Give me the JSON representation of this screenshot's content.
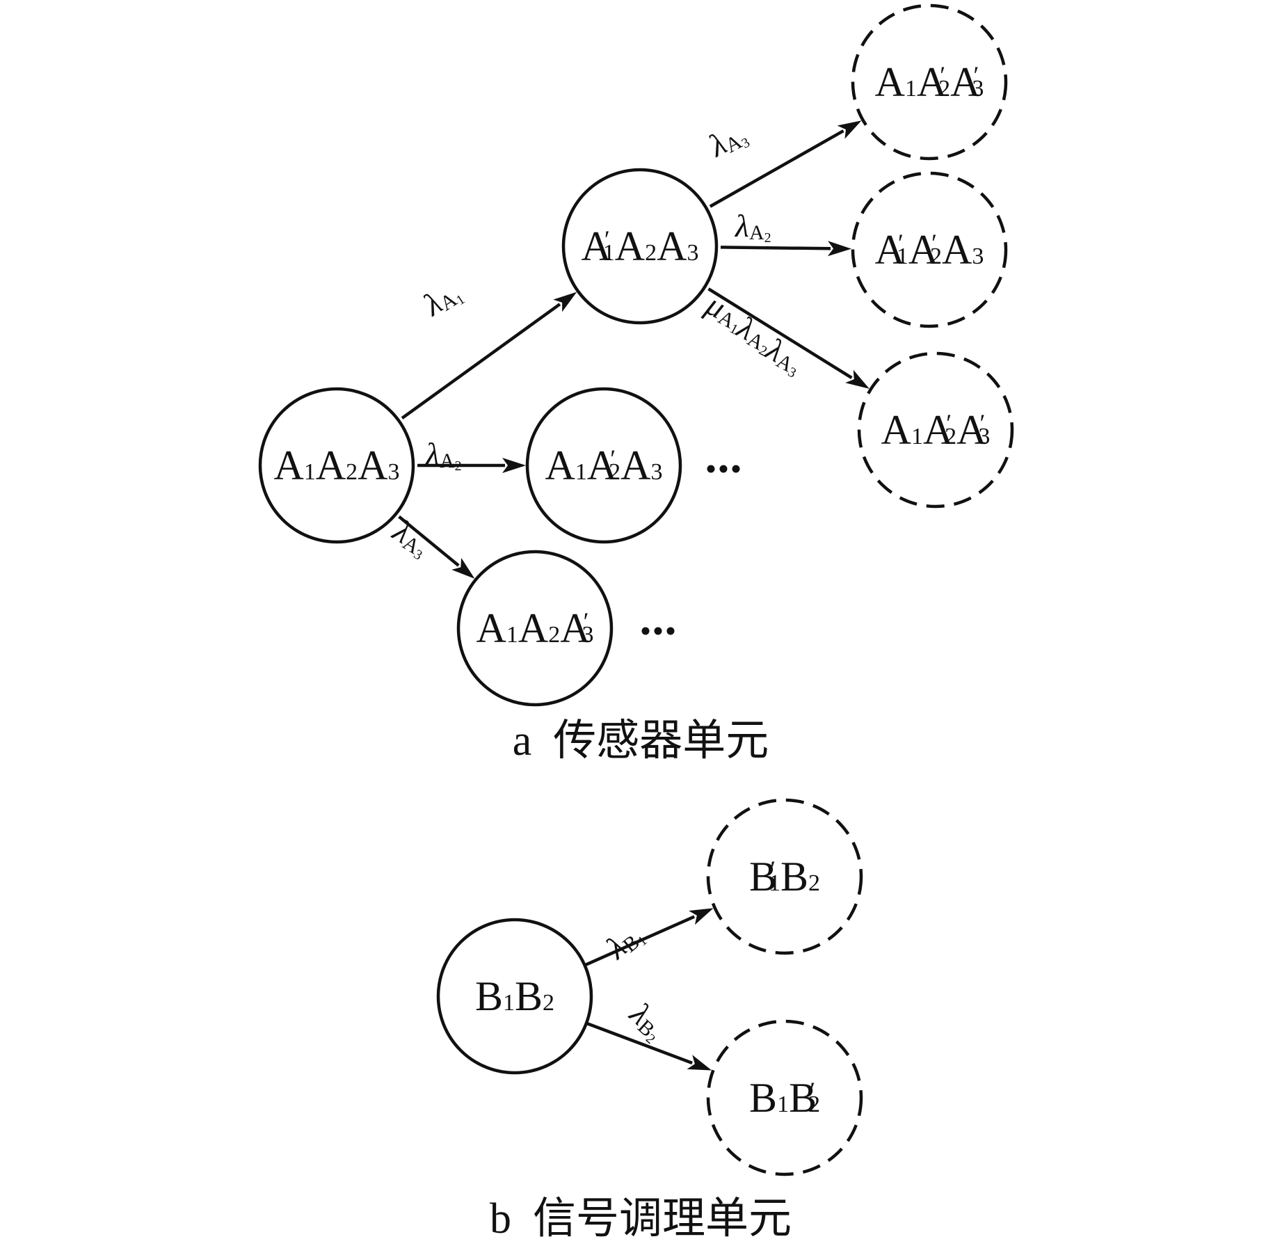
{
  "panel_a": {
    "caption": "a  传感器单元",
    "nodes": [
      {
        "id": "A1A2A3",
        "style": "solid",
        "parts": [
          [
            "A",
            "1",
            ""
          ],
          [
            "A",
            "2",
            ""
          ],
          [
            "A",
            "3",
            ""
          ]
        ]
      },
      {
        "id": "A1pA2A3",
        "style": "solid",
        "parts": [
          [
            "A",
            "1",
            "′"
          ],
          [
            "A",
            "2",
            ""
          ],
          [
            "A",
            "3",
            ""
          ]
        ]
      },
      {
        "id": "A1A2pA3",
        "style": "solid",
        "parts": [
          [
            "A",
            "1",
            ""
          ],
          [
            "A",
            "2",
            "′"
          ],
          [
            "A",
            "3",
            ""
          ]
        ]
      },
      {
        "id": "A1A2A3p",
        "style": "solid",
        "parts": [
          [
            "A",
            "1",
            ""
          ],
          [
            "A",
            "2",
            ""
          ],
          [
            "A",
            "3",
            "′"
          ]
        ]
      },
      {
        "id": "A1A2pA3p",
        "style": "dashed",
        "parts": [
          [
            "A",
            "1",
            ""
          ],
          [
            "A",
            "2",
            "′"
          ],
          [
            "A",
            "3",
            "′"
          ]
        ]
      },
      {
        "id": "A1pA2pA3",
        "style": "dashed",
        "parts": [
          [
            "A",
            "1",
            "′"
          ],
          [
            "A",
            "2",
            "′"
          ],
          [
            "A",
            "3",
            ""
          ]
        ]
      },
      {
        "id": "A1A2pA3p_b",
        "style": "dashed",
        "parts": [
          [
            "A",
            "1",
            ""
          ],
          [
            "A",
            "2",
            "′"
          ],
          [
            "A",
            "3",
            "′"
          ]
        ]
      }
    ],
    "edges": [
      {
        "from": "A1A2A3",
        "to": "A1pA2A3",
        "label": [
          [
            "λ",
            "A",
            "1"
          ]
        ]
      },
      {
        "from": "A1A2A3",
        "to": "A1A2pA3",
        "label": [
          [
            "λ",
            "A",
            "2"
          ]
        ]
      },
      {
        "from": "A1A2A3",
        "to": "A1A2A3p",
        "label": [
          [
            "λ",
            "A",
            "3"
          ]
        ]
      },
      {
        "from": "A1pA2A3",
        "to": "A1A2pA3p",
        "label": [
          [
            "λ",
            "A",
            "3"
          ]
        ]
      },
      {
        "from": "A1pA2A3",
        "to": "A1pA2pA3",
        "label": [
          [
            "λ",
            "A",
            "2"
          ]
        ]
      },
      {
        "from": "A1pA2A3",
        "to": "A1A2pA3p_b",
        "label": [
          [
            "μ",
            "A",
            "1"
          ],
          [
            "λ",
            "A",
            "2"
          ],
          [
            "λ",
            "A",
            "3"
          ]
        ]
      }
    ],
    "ellipsis": "…"
  },
  "panel_b": {
    "caption": "b  信号调理单元",
    "nodes": [
      {
        "id": "B1B2",
        "style": "solid",
        "parts": [
          [
            "B",
            "1",
            ""
          ],
          [
            "B",
            "2",
            ""
          ]
        ]
      },
      {
        "id": "B1pB2",
        "style": "dashed",
        "parts": [
          [
            "B",
            "1",
            "′"
          ],
          [
            "B",
            "2",
            ""
          ]
        ]
      },
      {
        "id": "B1B2p",
        "style": "dashed",
        "parts": [
          [
            "B",
            "1",
            ""
          ],
          [
            "B",
            "2",
            "′"
          ]
        ]
      }
    ],
    "edges": [
      {
        "from": "B1B2",
        "to": "B1pB2",
        "label": [
          [
            "λ",
            "B",
            "1"
          ]
        ]
      },
      {
        "from": "B1B2",
        "to": "B1B2p",
        "label": [
          [
            "λ",
            "B",
            "2"
          ]
        ]
      }
    ]
  }
}
